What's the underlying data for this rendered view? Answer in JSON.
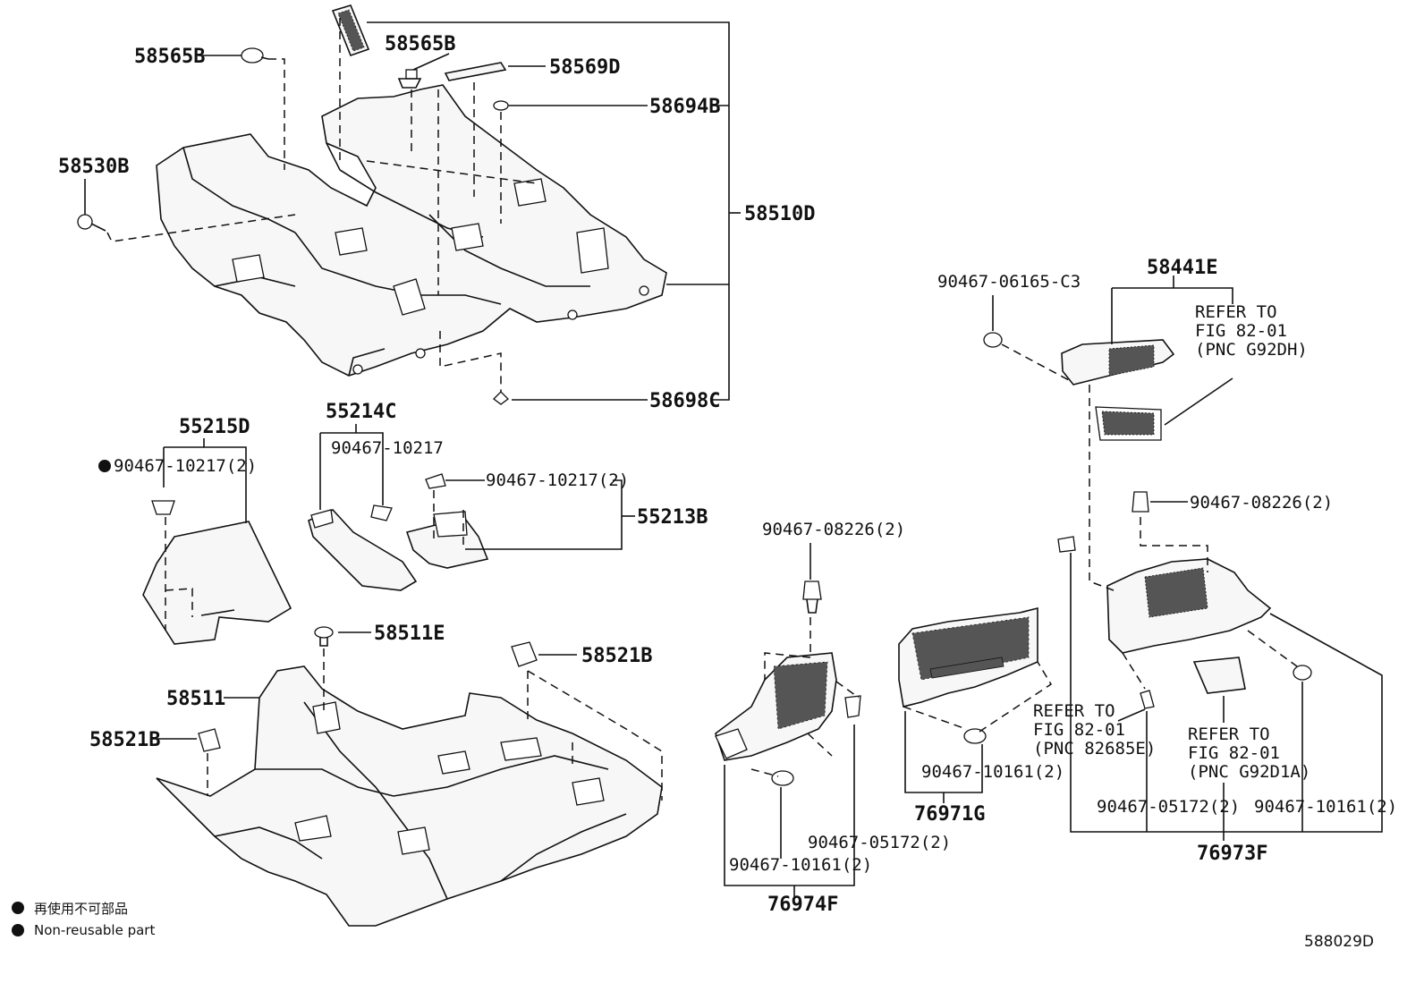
{
  "labels": {
    "p58565B_left": "58565B",
    "p58565B_top": "58565B",
    "p58569D": "58569D",
    "p58694B": "58694B",
    "p58530B": "58530B",
    "p58510D": "58510D",
    "p58698C": "58698C",
    "p55215D": "55215D",
    "p90467_10217_2_left": "90467-10217(2)",
    "p55214C": "55214C",
    "p90467_10217": "90467-10217",
    "p90467_10217_2_right": "90467-10217(2)",
    "p55213B": "55213B",
    "p58511E": "58511E",
    "p58521B_top": "58521B",
    "p58511": "58511",
    "p58521B_left": "58521B",
    "p90467_06165_C3": "90467-06165-C3",
    "p58441E": "58441E",
    "refer1": [
      "REFER TO",
      "FIG 82-01",
      "(PNC G92DH)"
    ],
    "p90467_08226_2_right": "90467-08226(2)",
    "p90467_08226_2_mid": "90467-08226(2)",
    "refer2": [
      "REFER TO",
      "FIG 82-01",
      "(PNC 82685E)"
    ],
    "refer3": [
      "REFER TO",
      "FIG 82-01",
      "(PNC G92D1A)"
    ],
    "p90467_10161_2_a": "90467-10161(2)",
    "p76971G": "76971G",
    "p90467_05172_2_a": "90467-05172(2)",
    "p90467_10161_2_b": "90467-10161(2)",
    "p76973F": "76973F",
    "p90467_05172_2_b": "90467-05172(2)",
    "p90467_10161_2_c": "90467-10161(2)",
    "p76974F": "76974F"
  },
  "legend": {
    "jp": "再使用不可部品",
    "en": "Non-reusable part"
  },
  "figure_code": "588029D"
}
